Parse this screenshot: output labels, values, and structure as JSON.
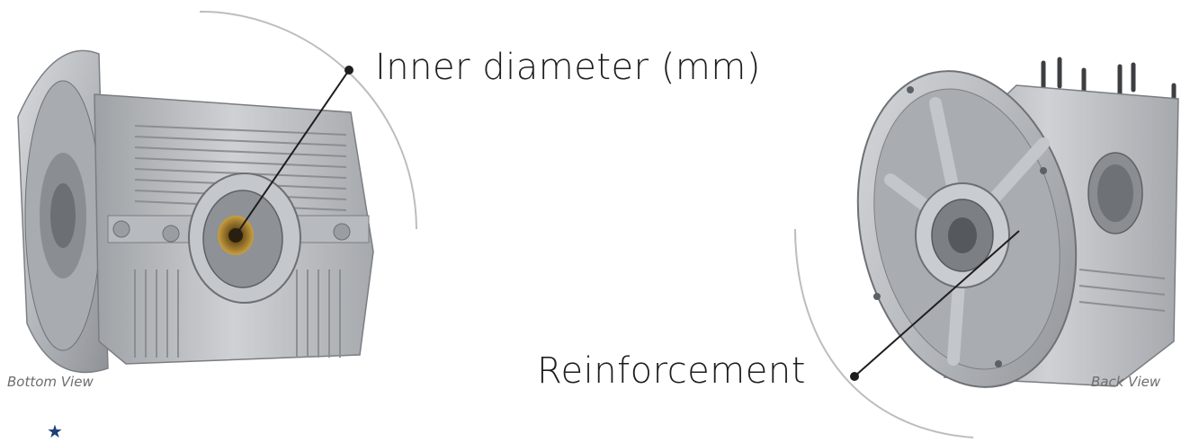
{
  "callouts": {
    "inner_diameter": "Inner diameter (mm)",
    "reinforcement": "Reinforcement"
  },
  "captions": {
    "bottom_view": "Bottom View",
    "back_view": "Back View"
  },
  "icons": {
    "star": "star-icon"
  },
  "colors": {
    "text": "#1e1e1e",
    "caption": "#6d6d6d",
    "arc": "#bdbdbd",
    "aluminum": "#b9bcc0",
    "star": "#1e3f7a"
  }
}
